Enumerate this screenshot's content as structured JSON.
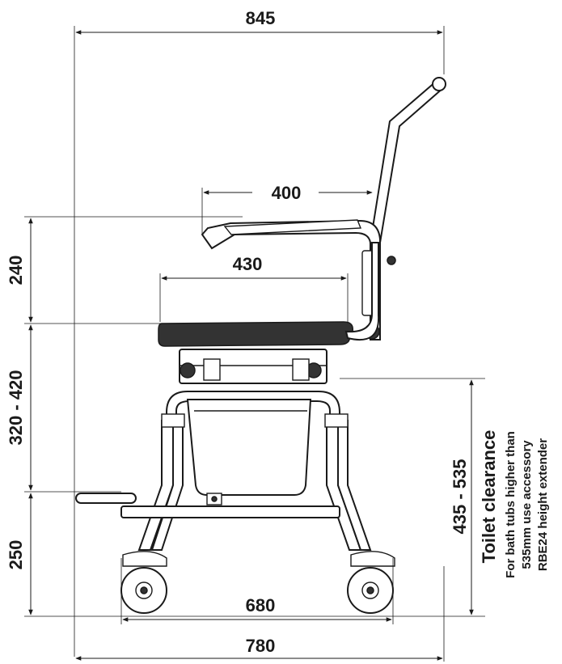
{
  "dimensions": {
    "overall_length": "845",
    "armrest_length": "400",
    "seat_depth": "430",
    "armrest_height": "240",
    "seat_height_range": "320 - 420",
    "frame_height": "250",
    "toilet_clearance_value": "435 - 535",
    "wheelbase": "680",
    "overall_base_width": "780"
  },
  "labels": {
    "toilet_clearance": "Toilet clearance",
    "note_line1": "For bath tubs higher than",
    "note_line2": "535mm use accessory",
    "note_line3": "RBE24 height extender"
  }
}
